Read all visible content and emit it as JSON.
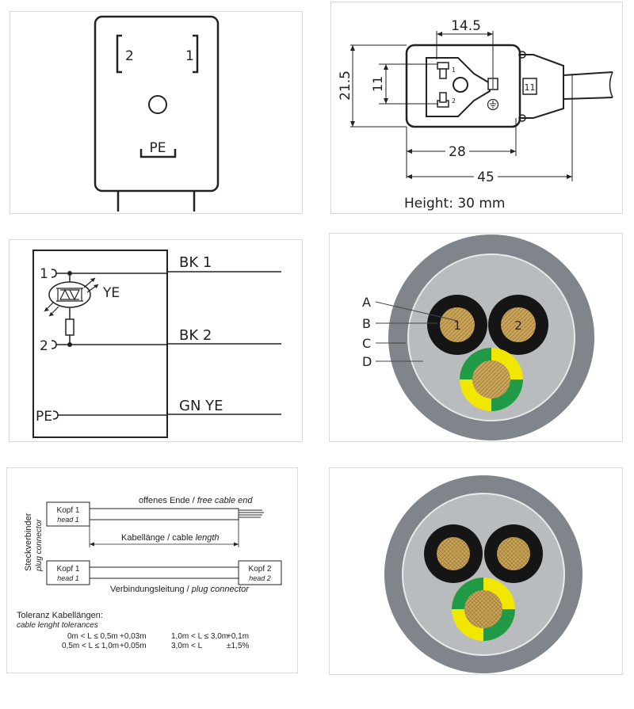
{
  "pinout": {
    "pin_2": "2",
    "pin_1": "1",
    "pe": "PE"
  },
  "dimensions": {
    "width_top": "14.5",
    "height_left": "21.5",
    "height_inner": "11",
    "width_body": "28",
    "width_total": "45",
    "height_note": "Height: 30 mm",
    "plug_pin_1": "1",
    "plug_pin_2": "2",
    "cable_mark": "11"
  },
  "wiring": {
    "terminal_1": "1",
    "terminal_2": "2",
    "terminal_pe": "PE",
    "led_label": "YE",
    "wire_1": "BK 1",
    "wire_2": "BK 2",
    "wire_pe": "GN YE"
  },
  "cross_section": {
    "label_a": "A",
    "label_b": "B",
    "label_c": "C",
    "label_d": "D",
    "core_1": "1",
    "core_2": "2"
  },
  "cable_length": {
    "free_end_de": "offenes Ende / ",
    "free_end_en": "free cable end",
    "head1_de": "Kopf 1",
    "head1_en": "head 1",
    "head1b_de": "Kopf 1",
    "head1b_en": "head 1",
    "head2_de": "Kopf 2",
    "head2_en": "head 2",
    "length_de": "Kabellänge / cable ",
    "length_en": "length",
    "plug_de": "Verbindungsleitung / ",
    "plug_en": "plug connector",
    "side_de": "Steckverbinder",
    "side_en": "plug connector",
    "tol_title_de": "Toleranz Kabellängen:",
    "tol_title_en": "cable lenght tolerances",
    "tolerances": [
      {
        "range": "0m < L ≤ 0,5m",
        "value": "+0,03m"
      },
      {
        "range": "0,5m < L ≤ 1,0m",
        "value": "+0,05m"
      },
      {
        "range": "1,0m < L ≤ 3,0m",
        "value": "+0,1m"
      },
      {
        "range": "3,0m < L",
        "value": "±1,5%"
      }
    ]
  },
  "colors": {
    "outer_jacket": "#7f858b",
    "filler": "#b9bcbf",
    "core_black": "#151515",
    "copper": "#c9a45a",
    "yellow": "#f1e600",
    "green": "#1f9a46"
  }
}
